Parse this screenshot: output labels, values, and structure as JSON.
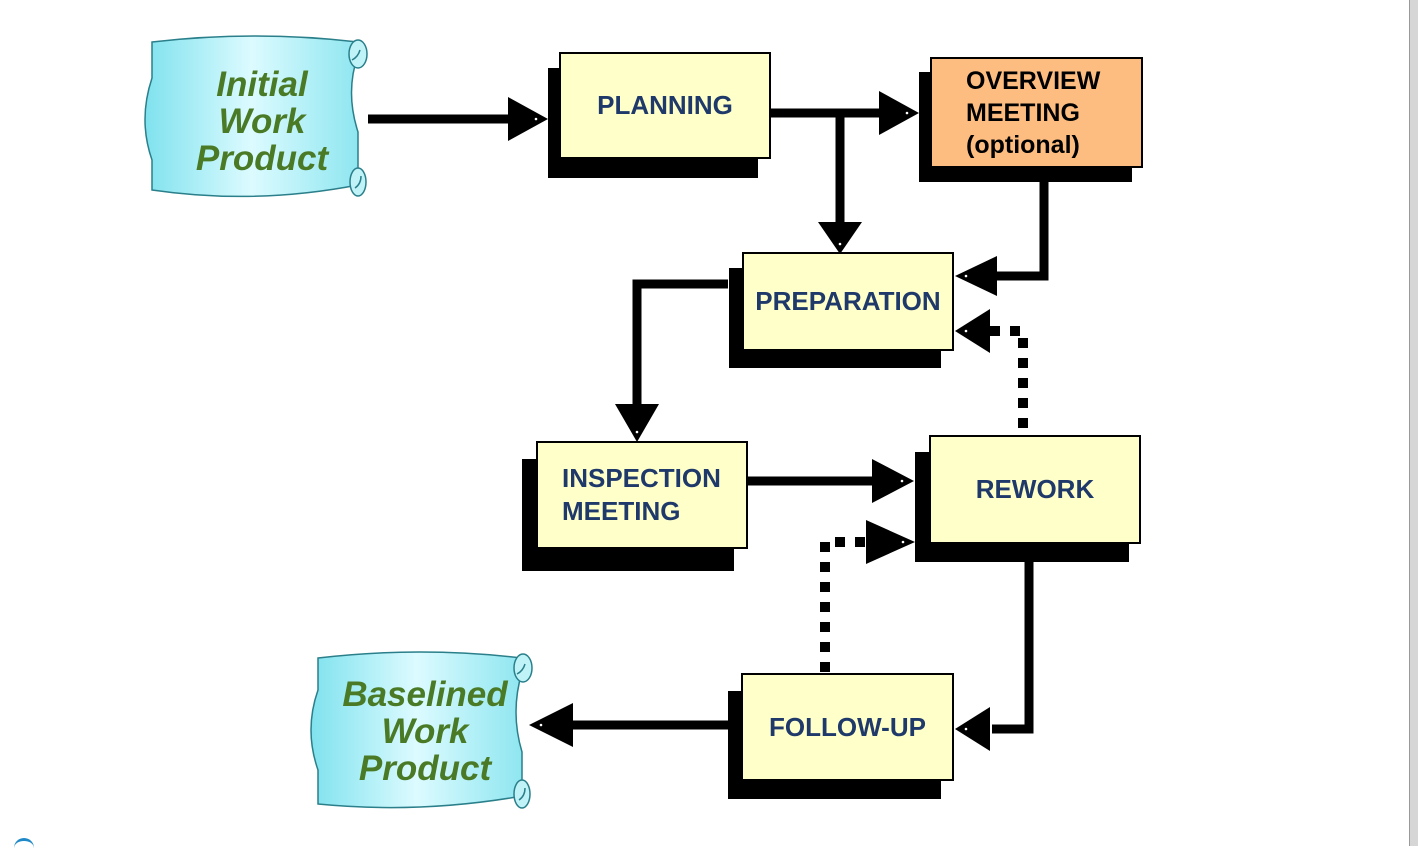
{
  "documents": {
    "initial": "Initial\nWork\nProduct",
    "baselined": "Baselined\nWork\nProduct"
  },
  "steps": {
    "planning": "PLANNING",
    "overview": "OVERVIEW\nMEETING\n(optional)",
    "preparation": "PREPARATION",
    "inspection": "INSPECTION\nMEETING",
    "rework": "REWORK",
    "followup": "FOLLOW-UP"
  },
  "colors": {
    "step_fill": "#ffffc9",
    "optional_step_fill": "#fdbd80",
    "document_fill": "#aef0f5",
    "step_text": "#1f3a6a",
    "document_text": "#4a7a25"
  }
}
